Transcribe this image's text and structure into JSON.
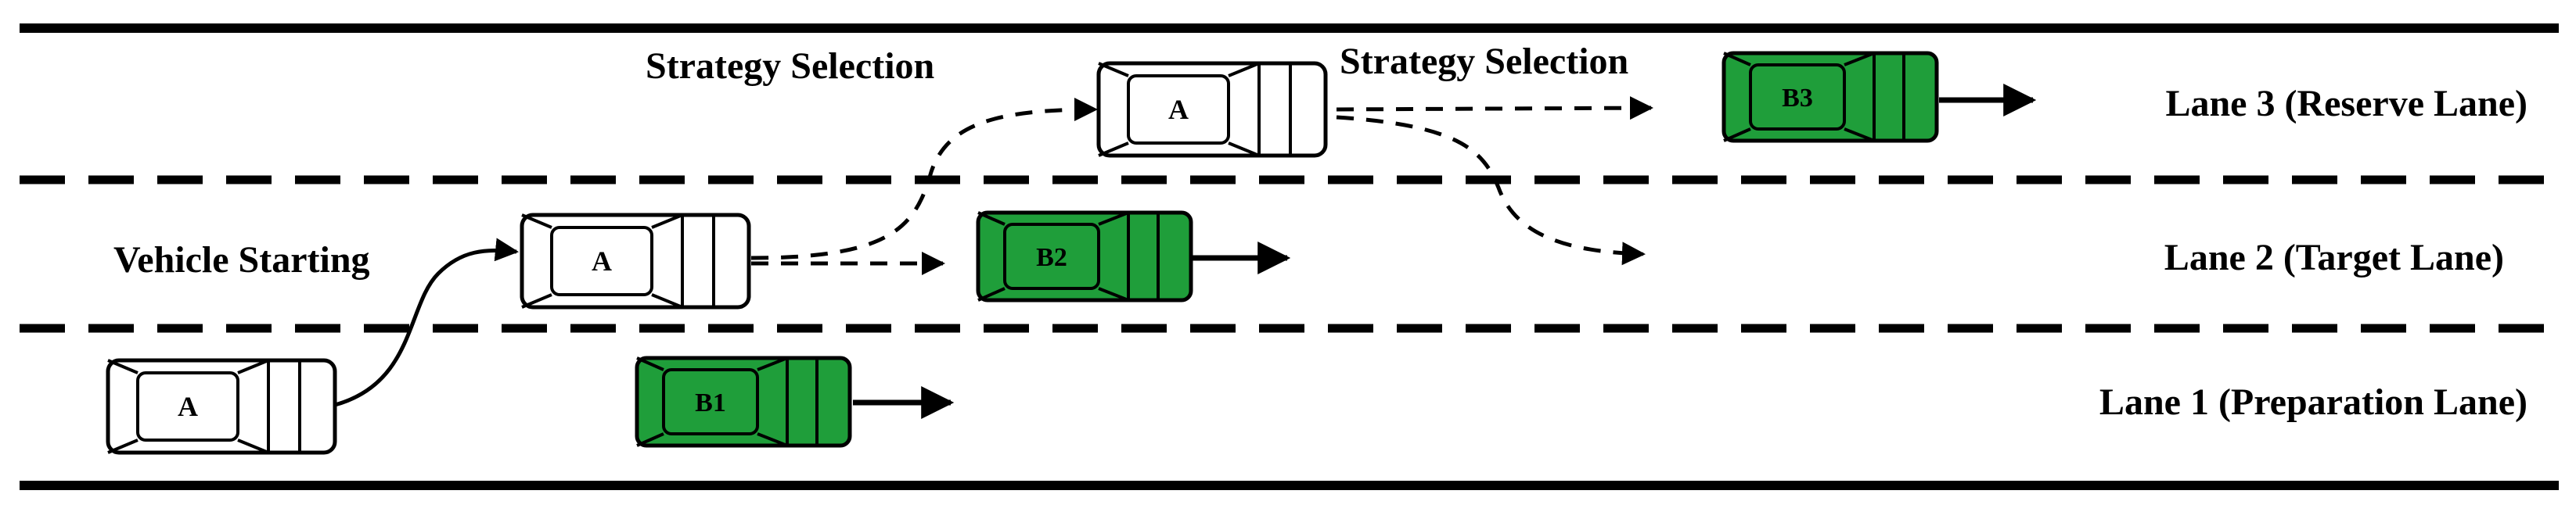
{
  "colors": {
    "road": "#000000",
    "car_white": "#ffffff",
    "car_green": "#1f9e3a",
    "background": "#ffffff"
  },
  "labels": {
    "vehicle_starting": "Vehicle Starting",
    "strategy_selection_1": "Strategy Selection",
    "strategy_selection_2": "Strategy Selection"
  },
  "lanes": {
    "lane3": "Lane 3 (Reserve Lane)",
    "lane2": "Lane 2 (Target Lane)",
    "lane1": "Lane 1 (Preparation Lane)"
  },
  "cars": {
    "a_lane1": "A",
    "a_lane2": "A",
    "a_lane3": "A",
    "b1": "B1",
    "b2": "B2",
    "b3": "B3"
  }
}
